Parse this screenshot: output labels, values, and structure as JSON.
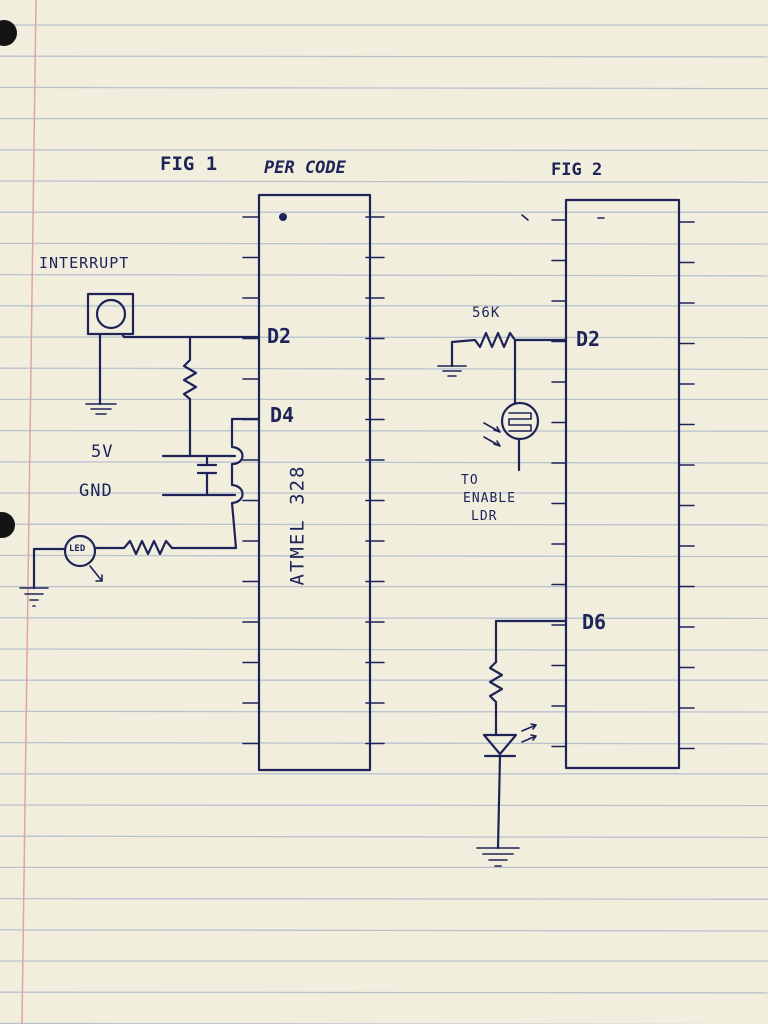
{
  "figure1": {
    "title": "FIG 1",
    "subtitle": "PER CODE",
    "button_label": "INTERRUPT",
    "pin_d2": "D2",
    "pin_d4": "D4",
    "supply_5v": "5V",
    "supply_gnd": "GND",
    "led_label": "LED",
    "chip_label": "ATMEL 328"
  },
  "figure2": {
    "title": "FIG 2",
    "resistor_label": "56K",
    "pin_d2": "D2",
    "pin_d6": "D6",
    "note_line1": "TO",
    "note_line2": "ENABLE",
    "note_line3": "LDR"
  },
  "colors": {
    "paper": "#f1eedd",
    "ink": "#1e2358",
    "rule_line": "#b9c2cf",
    "margin_line": "#e2a3a3"
  }
}
